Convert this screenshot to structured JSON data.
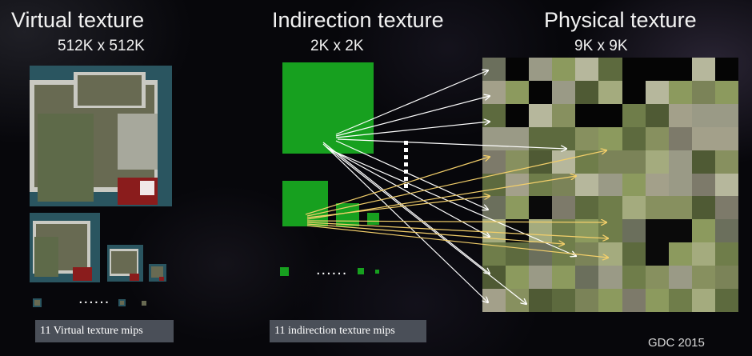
{
  "virtual": {
    "title": "Virtual texture",
    "size": "512K x 512K",
    "dots": "......",
    "caption": "11 Virtual texture mips"
  },
  "indirection": {
    "title": "Indirection texture",
    "size": "2K x 2K",
    "dots": "......",
    "caption": "11 indirection texture mips"
  },
  "physical": {
    "title": "Physical texture",
    "size": "9K x 9K"
  },
  "footer": "GDC 2015",
  "colors": {
    "indirection_green": "#17a01f",
    "arrow_white": "#ffffff",
    "arrow_yellow": "#f3cf6a",
    "caption_bg": "#4a4f58"
  }
}
